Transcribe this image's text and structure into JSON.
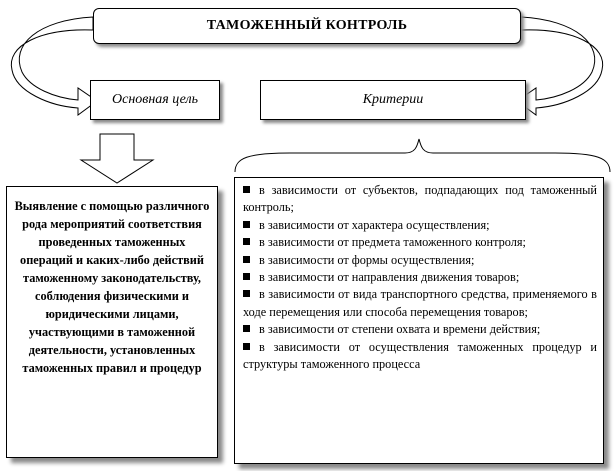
{
  "title": "ТАМОЖЕННЫЙ КОНТРОЛЬ",
  "goal": {
    "label": "Основная цель",
    "text": "Выявление с помощью различного рода мероприятий соответствия проведенных таможенных операций и каких-либо действий таможенному законодательству, соблюдения физическими и юридическими лицами, участвующими в таможенной деятельности, установленных таможенных правил и процедур"
  },
  "criteria": {
    "label": "Критерии",
    "items": [
      "в зависимости от субъектов, подпадающих под таможенный контроль;",
      "в зависимости от характера осуществления;",
      "в зависимости от предмета таможенного контроля;",
      "в зависимости от формы осуществления;",
      "в зависимости от направления движения товаров;",
      "в зависимости от вида транспортного средства, применяемого в ходе перемещения или способа перемещения товаров;",
      "в зависимости от степени охвата и времени действия;",
      "в зависимости от осуществления таможенных процедур и структуры таможенного процесса"
    ]
  }
}
